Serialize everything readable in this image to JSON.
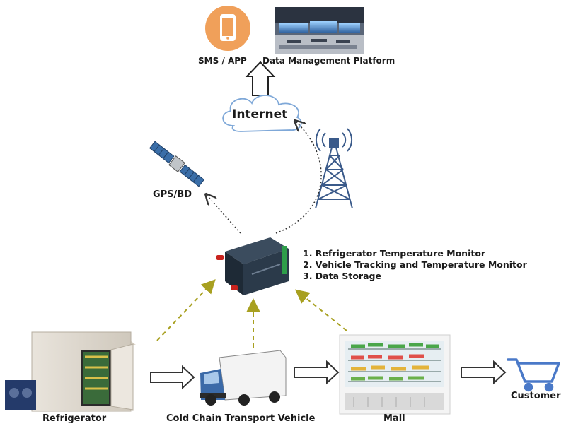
{
  "labels": {
    "sms_app": "SMS / APP",
    "data_platform": "Data Management Platform",
    "internet": "Internet",
    "gps": "GPS/BD",
    "refrigerator": "Refrigerator",
    "vehicle": "Cold Chain Transport Vehicle",
    "mall": "Mall",
    "customer": "Customer"
  },
  "features": [
    "1. Refrigerator Temperature Monitor",
    "2. Vehicle Tracking and Temperature Monitor",
    "3. Data Storage"
  ],
  "colors": {
    "accent_orange": "#F0A05A",
    "dashed_yellow": "#A8A020",
    "device_body": "#2B3A4A",
    "cloud_stroke": "#7FA8D8",
    "tower_blue": "#3A5A8A"
  }
}
